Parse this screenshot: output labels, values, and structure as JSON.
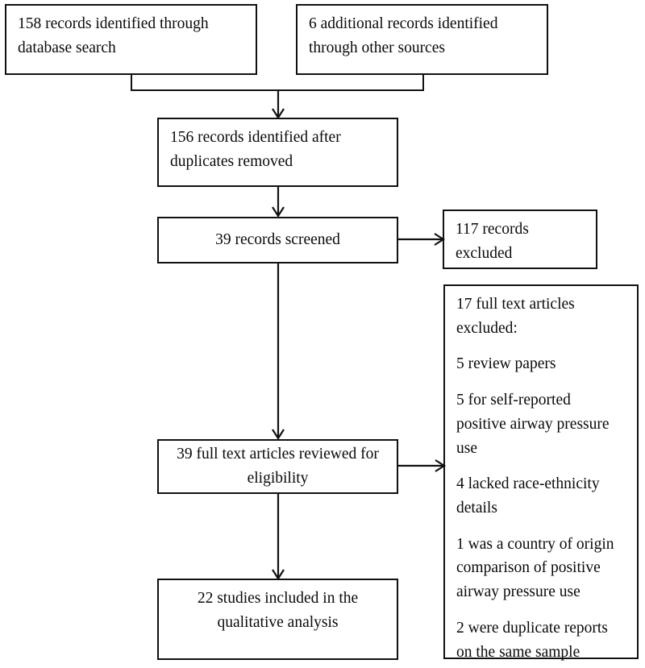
{
  "diagram": {
    "title": "PRISMA study selection flow diagram",
    "type": "flowchart",
    "line_color": "#111111",
    "background_color": "#ffffff",
    "nodes": {
      "database_search": {
        "id": "database-search-box",
        "align": "left",
        "lines": [
          "158 records identified through",
          "database search"
        ],
        "count": 158
      },
      "other_sources": {
        "id": "other-sources-box",
        "align": "left",
        "lines": [
          "6 additional records identified",
          "through other sources"
        ],
        "count": 6
      },
      "duplicates_removed": {
        "id": "duplicates-removed-box",
        "align": "left",
        "lines": [
          "156 records identified after",
          "duplicates removed"
        ],
        "count": 156
      },
      "records_screened": {
        "id": "records-screened-box",
        "align": "center",
        "lines": [
          "39 records screened"
        ],
        "count": 39
      },
      "records_excluded": {
        "id": "records-excluded-box",
        "align": "left",
        "lines": [
          "117 records",
          "excluded"
        ],
        "count": 117
      },
      "full_text_reviewed": {
        "id": "full-text-reviewed-box",
        "align": "center",
        "lines": [
          "39 full text articles reviewed for",
          "eligibility"
        ],
        "count": 39
      },
      "full_text_excluded": {
        "id": "full-text-excluded-box",
        "align": "left",
        "count": 17,
        "heading": [
          "17 full text articles",
          "excluded:"
        ],
        "reasons": [
          {
            "count": 5,
            "lines": [
              "5 review papers"
            ]
          },
          {
            "count": 5,
            "lines": [
              "5 for self-reported",
              "positive airway pressure",
              "use"
            ]
          },
          {
            "count": 4,
            "lines": [
              "4 lacked race-ethnicity",
              "details"
            ]
          },
          {
            "count": 1,
            "lines": [
              "1 was a country of origin",
              "comparison of positive",
              "airway pressure use"
            ]
          },
          {
            "count": 2,
            "lines": [
              "2 were duplicate reports",
              "on the same sample"
            ]
          }
        ]
      },
      "studies_included": {
        "id": "studies-included-box",
        "align": "center",
        "lines": [
          "22 studies included in the",
          "qualitative analysis"
        ],
        "count": 22
      }
    },
    "connectors": [
      {
        "name": "database-search-to-merge",
        "kind": "line"
      },
      {
        "name": "other-sources-to-merge",
        "kind": "line"
      },
      {
        "name": "merge-bar",
        "kind": "line"
      },
      {
        "name": "merge-to-duplicates-removed",
        "kind": "arrow-down"
      },
      {
        "name": "duplicates-removed-to-records-screened",
        "kind": "arrow-down"
      },
      {
        "name": "records-screened-to-records-excluded",
        "kind": "arrow-right"
      },
      {
        "name": "records-screened-to-full-text-reviewed",
        "kind": "arrow-down"
      },
      {
        "name": "full-text-reviewed-to-full-text-excluded",
        "kind": "arrow-right"
      },
      {
        "name": "full-text-reviewed-to-studies-included",
        "kind": "arrow-down"
      }
    ]
  }
}
